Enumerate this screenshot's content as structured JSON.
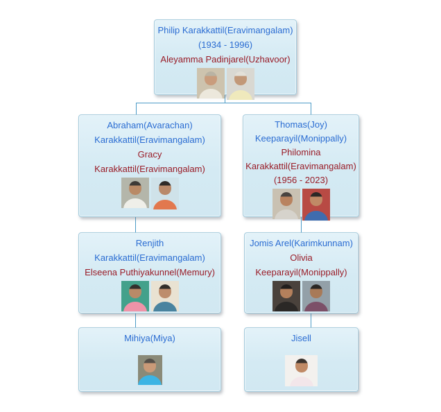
{
  "colors": {
    "primary_text": "#2a6cd2",
    "spouse_text": "#991b26",
    "box_border": "#a3cadc",
    "box_bg": "#d6ebf4",
    "connector": "#4a9ac6",
    "page_bg": "#ffffff"
  },
  "tree": {
    "boxes": [
      {
        "id": "philip",
        "lines": [
          {
            "text": "Philip Karakkattil(Eravimangalam)",
            "role": "primary"
          },
          {
            "text": "(1934 - 1996)",
            "role": "primary"
          },
          {
            "text": "Aleyamma Padinjarel(Uzhavoor)",
            "role": "spouse"
          }
        ],
        "photos": [
          {
            "desc": "elderly man in cream shirt",
            "bg": "#cdc3ae",
            "skin": "#c99c7c",
            "hair": "#b9b3a4",
            "shirt": "#ece8dc"
          },
          {
            "desc": "elderly woman with white hair in pale yellow",
            "bg": "#d9d8d2",
            "skin": "#c29878",
            "hair": "#e3e0d8",
            "shirt": "#efe9bc"
          }
        ]
      },
      {
        "id": "abraham",
        "lines": [
          {
            "text": "Abraham(Avarachan)",
            "role": "primary"
          },
          {
            "text": "Karakkattil(Eravimangalam)",
            "role": "primary"
          },
          {
            "text": "Gracy",
            "role": "spouse"
          },
          {
            "text": "Karakkattil(Eravimangalam)",
            "role": "spouse"
          }
        ],
        "photos": [
          {
            "desc": "man with mustache in white shirt",
            "bg": "#b4b6aa",
            "skin": "#b98a66",
            "hair": "#3d3a36",
            "shirt": "#efefe9"
          },
          {
            "desc": "woman in orange sari",
            "bg": "#cfe2e9",
            "skin": "#b9896a",
            "hair": "#2e2a28",
            "shirt": "#e2784e"
          }
        ]
      },
      {
        "id": "thomas",
        "lines": [
          {
            "text": "Thomas(Joy)",
            "role": "primary"
          },
          {
            "text": "Keeparayil(Monippally)",
            "role": "primary"
          },
          {
            "text": "Philomina",
            "role": "spouse"
          },
          {
            "text": "Karakkattil(Eravimangalam)",
            "role": "spouse"
          },
          {
            "text": "(1956 - 2023)",
            "role": "spouse"
          }
        ],
        "photos": [
          {
            "desc": "man with glasses in gray shirt",
            "bg": "#c9c1b2",
            "skin": "#b9835f",
            "hair": "#4a4440",
            "shirt": "#d6d3cc"
          },
          {
            "desc": "woman in blue sari against red curtain",
            "bg": "#b84a44",
            "skin": "#c08a66",
            "hair": "#2c2826",
            "shirt": "#3f6cae"
          }
        ]
      },
      {
        "id": "renjith",
        "lines": [
          {
            "text": "Renjith",
            "role": "primary"
          },
          {
            "text": "Karakkattil(Eravimangalam)",
            "role": "primary"
          },
          {
            "text": "Elseena Puthiyakunnel(Memury)",
            "role": "spouse"
          }
        ],
        "photos": [
          {
            "desc": "bearded man in pink shirt",
            "bg": "#43a18b",
            "skin": "#b98a68",
            "hair": "#332f2c",
            "shirt": "#ef93a8"
          },
          {
            "desc": "woman with glasses in teal top",
            "bg": "#e9e2d2",
            "skin": "#bd8d6c",
            "hair": "#322e2a",
            "shirt": "#49839f"
          }
        ]
      },
      {
        "id": "jomis",
        "lines": [
          {
            "text": "Jomis Arel(Karimkunnam)",
            "role": "primary"
          },
          {
            "text": "Olivia",
            "role": "spouse"
          },
          {
            "text": "Keeparayil(Monippally)",
            "role": "spouse"
          }
        ],
        "photos": [
          {
            "desc": "man with mustache in dark suit",
            "bg": "#4a423c",
            "skin": "#b4805c",
            "hair": "#211e1c",
            "shirt": "#2b2826"
          },
          {
            "desc": "woman in maroon top",
            "bg": "#93a0a8",
            "skin": "#a87a58",
            "hair": "#2a2624",
            "shirt": "#7c5068"
          }
        ]
      },
      {
        "id": "mihiya",
        "lines": [
          {
            "text": "Mihiya(Miya)",
            "role": "primary"
          }
        ],
        "photos": [
          {
            "desc": "baby in bright blue shirt",
            "bg": "#8a8a78",
            "skin": "#c99a78",
            "hair": "#55504a",
            "shirt": "#3cb4e4"
          }
        ]
      },
      {
        "id": "jisell",
        "lines": [
          {
            "text": "Jisell",
            "role": "primary"
          }
        ],
        "photos": [
          {
            "desc": "young girl with bob haircut in white-pink dress",
            "bg": "#f3f1ee",
            "skin": "#c08a66",
            "hair": "#3a332e",
            "shirt": "#f3e6ea"
          }
        ]
      }
    ]
  }
}
